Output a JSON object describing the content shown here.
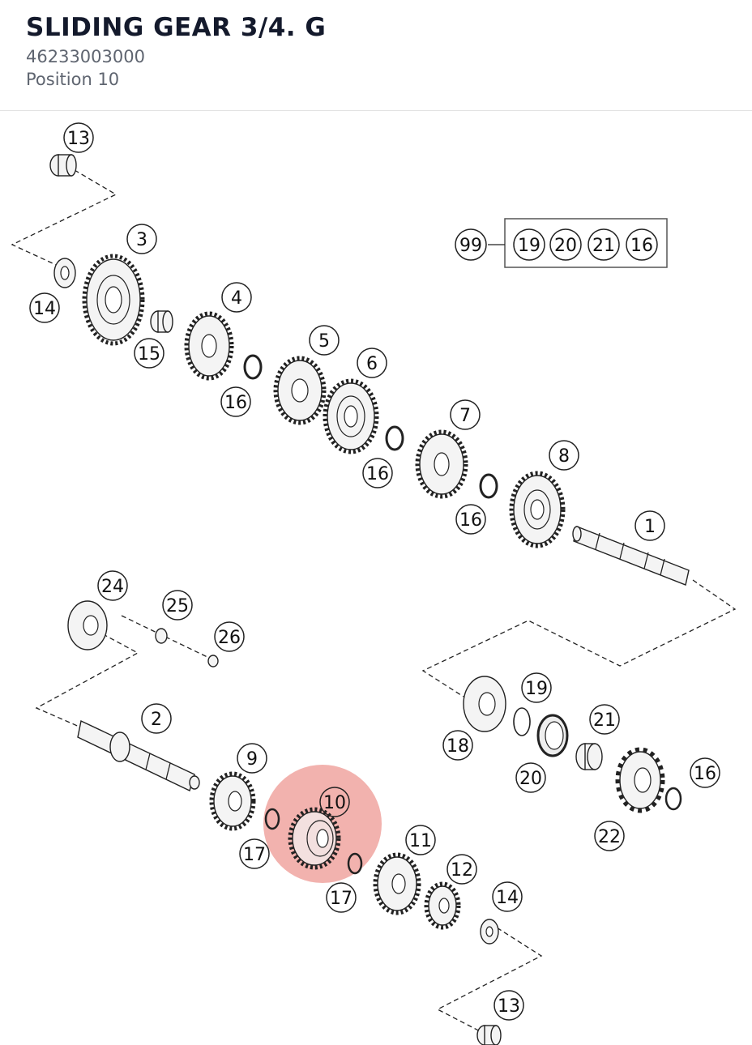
{
  "header": {
    "title": "SLIDING GEAR 3/4. G",
    "part_number": "46233003000",
    "position": "Position 10"
  },
  "diagram": {
    "highlight_color": "#e8736b",
    "highlighted_callout": "10",
    "callouts": {
      "c13_top": "13",
      "c3": "3",
      "c14_top": "14",
      "c15": "15",
      "c4": "4",
      "c16_a": "16",
      "c5": "5",
      "c6": "6",
      "c16_b": "16",
      "c7": "7",
      "c16_c": "16",
      "c8": "8",
      "c1": "1",
      "c99": "99",
      "kit_19": "19",
      "kit_20": "20",
      "kit_21": "21",
      "kit_16": "16",
      "c24": "24",
      "c25": "25",
      "c26": "26",
      "c2": "2",
      "c9": "9",
      "c10": "10",
      "c17_a": "17",
      "c17_b": "17",
      "c11": "11",
      "c12": "12",
      "c14_bottom": "14",
      "c13_bottom": "13",
      "c18": "18",
      "c19": "19",
      "c20": "20",
      "c21": "21",
      "c22": "22",
      "c16_d": "16"
    }
  }
}
